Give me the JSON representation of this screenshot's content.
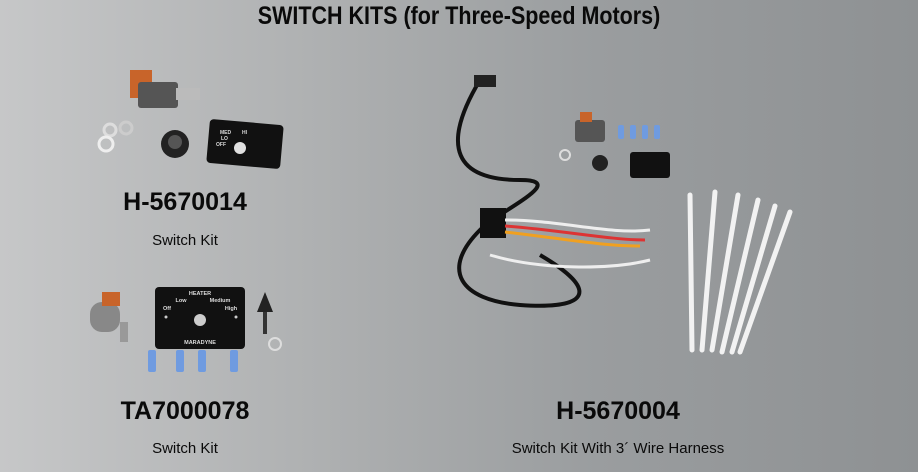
{
  "page": {
    "title": "SWITCH KITS (for Three-Speed Motors)"
  },
  "products": [
    {
      "part_number": "H-5670014",
      "description": "Switch Kit",
      "panel_labels": [
        "MED",
        "LO",
        "OFF",
        "HI"
      ]
    },
    {
      "part_number": "TA7000078",
      "description": "Switch Kit",
      "panel_labels": [
        "HEATER",
        "Low",
        "Medium",
        "Off",
        "High",
        "MARADYNE"
      ]
    },
    {
      "part_number": "H-5670004",
      "description": "Switch Kit With 3´ Wire Harness"
    }
  ]
}
